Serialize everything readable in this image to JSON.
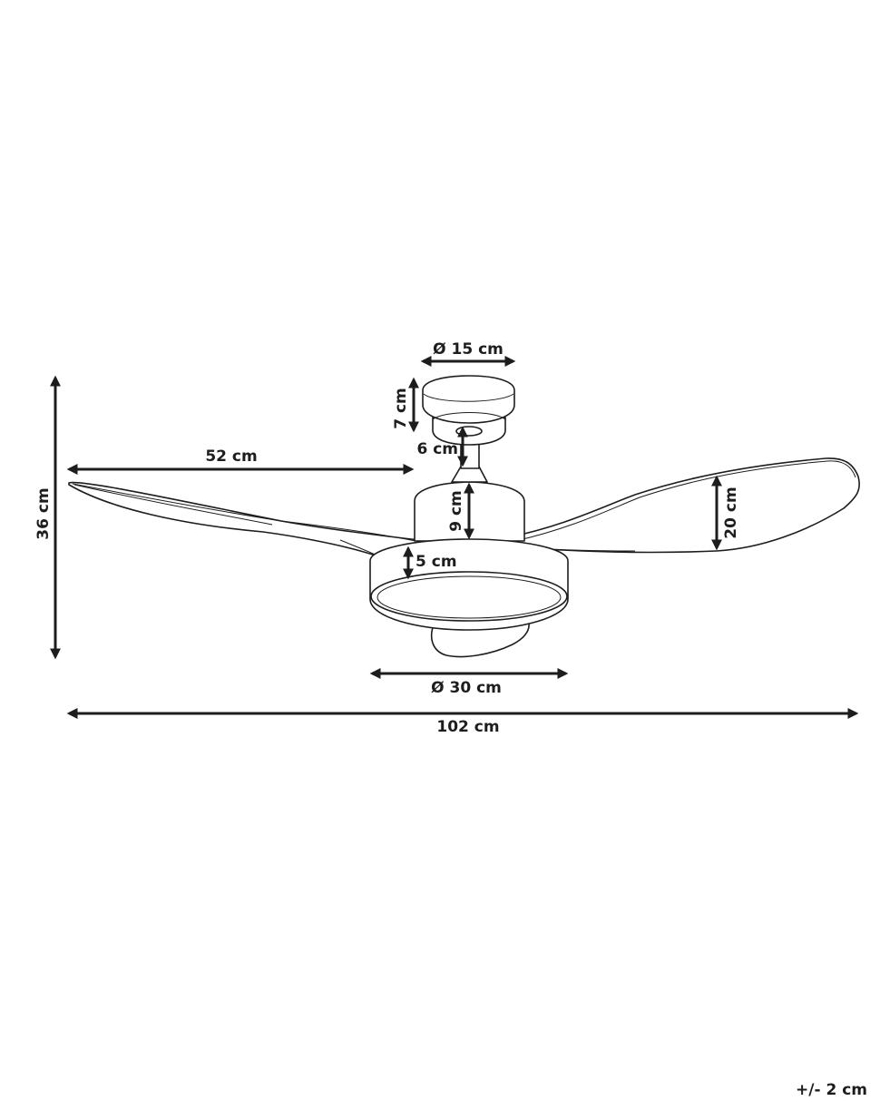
{
  "diagram": {
    "subject": "Ceiling fan with light — dimensions",
    "stroke_color": "#1d1d1b",
    "background": "#ffffff",
    "dimensions": {
      "canopy_diameter": "Ø 15 cm",
      "canopy_height": "7 cm",
      "downrod_length": "6 cm",
      "motor_height": "9 cm",
      "light_ring_height": "5 cm",
      "light_diameter": "Ø 30 cm",
      "blade_length": "52 cm",
      "blade_width": "20 cm",
      "total_height": "36 cm",
      "total_span": "102 cm"
    },
    "tolerance": "+/- 2 cm"
  }
}
